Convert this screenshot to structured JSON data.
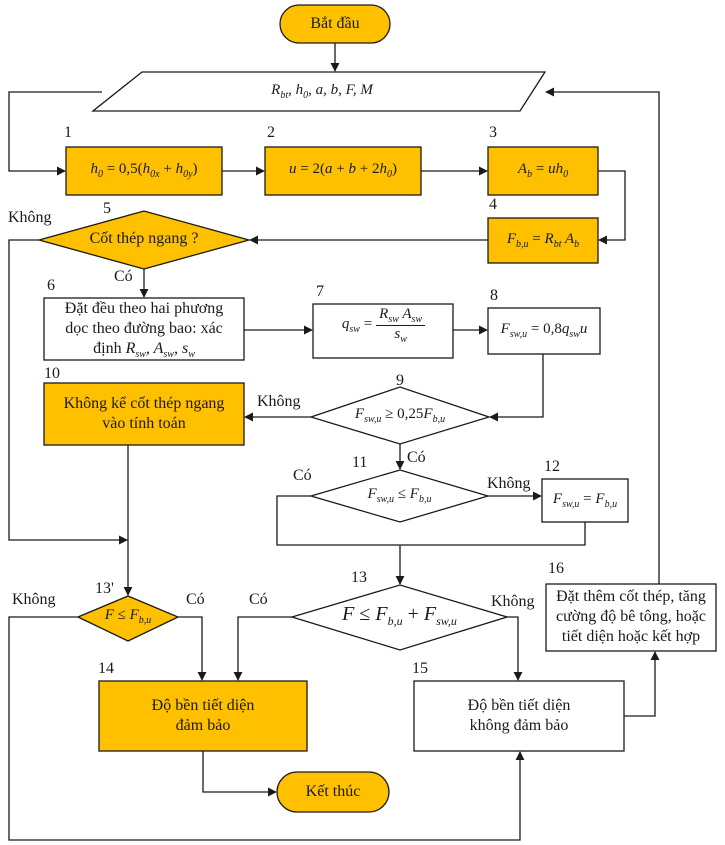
{
  "diagram": {
    "title": "Flowchart: punching shear check of slab section",
    "colors": {
      "highlight_fill": "#FFC000",
      "plain_fill": "#FFFFFF",
      "line": "#1A1A1A"
    },
    "terminals": {
      "start": "Bắt đầu",
      "end": "Kết thúc"
    },
    "input": {
      "label": "R_bt, h_0, a, b, F, M",
      "parts": [
        "R",
        "bt",
        ", h",
        "0",
        ", a, b, F, M"
      ]
    },
    "steps": [
      {
        "id": "1",
        "type": "process",
        "fill": "highlight",
        "formula": "h0 = 0,5(h0x + h0y)"
      },
      {
        "id": "2",
        "type": "process",
        "fill": "highlight",
        "formula": "u = 2(a + b + 2h0)"
      },
      {
        "id": "3",
        "type": "process",
        "fill": "highlight",
        "formula": "Ab = u h0"
      },
      {
        "id": "4",
        "type": "process",
        "fill": "highlight",
        "formula": "Fb,u = Rbt Ab"
      },
      {
        "id": "5",
        "type": "decision",
        "fill": "highlight",
        "text": "Cốt thép ngang ?"
      },
      {
        "id": "6",
        "type": "process",
        "fill": "plain",
        "text_lines": [
          "Đặt đều theo hai phương",
          "dọc theo đường bao: xác",
          "định Rsw, Asw, sw"
        ]
      },
      {
        "id": "7",
        "type": "process",
        "fill": "plain",
        "formula": "qsw = Rsw Asw / sw"
      },
      {
        "id": "8",
        "type": "process",
        "fill": "plain",
        "formula": "Fsw,u = 0,8 qsw u"
      },
      {
        "id": "9",
        "type": "decision",
        "fill": "plain",
        "formula": "Fsw,u ≥ 0,25 Fb,u"
      },
      {
        "id": "10",
        "type": "process",
        "fill": "highlight",
        "text_lines": [
          "Không kể cốt thép ngang",
          "vào tính toán"
        ]
      },
      {
        "id": "11",
        "type": "decision",
        "fill": "plain",
        "formula": "Fsw,u ≤ Fb,u"
      },
      {
        "id": "12",
        "type": "process",
        "fill": "plain",
        "formula": "Fsw,u = Fb,u"
      },
      {
        "id": "13",
        "type": "decision",
        "fill": "plain",
        "formula": "F ≤ Fb,u + Fsw,u"
      },
      {
        "id": "13'",
        "type": "decision",
        "fill": "highlight",
        "formula": "F ≤ Fb,u"
      },
      {
        "id": "14",
        "type": "process",
        "fill": "highlight",
        "text_lines": [
          "Độ bền tiết diện",
          "đảm bảo"
        ]
      },
      {
        "id": "15",
        "type": "process",
        "fill": "plain",
        "text_lines": [
          "Độ bền tiết diện",
          "không đảm bảo"
        ]
      },
      {
        "id": "16",
        "type": "process",
        "fill": "plain",
        "text_lines": [
          "Đặt thêm cốt thép, tăng",
          "cường độ bê tông, hoặc",
          "tiết diện hoặc kết hợp"
        ]
      }
    ],
    "branch_labels": {
      "yes": "Có",
      "no": "Không"
    }
  }
}
